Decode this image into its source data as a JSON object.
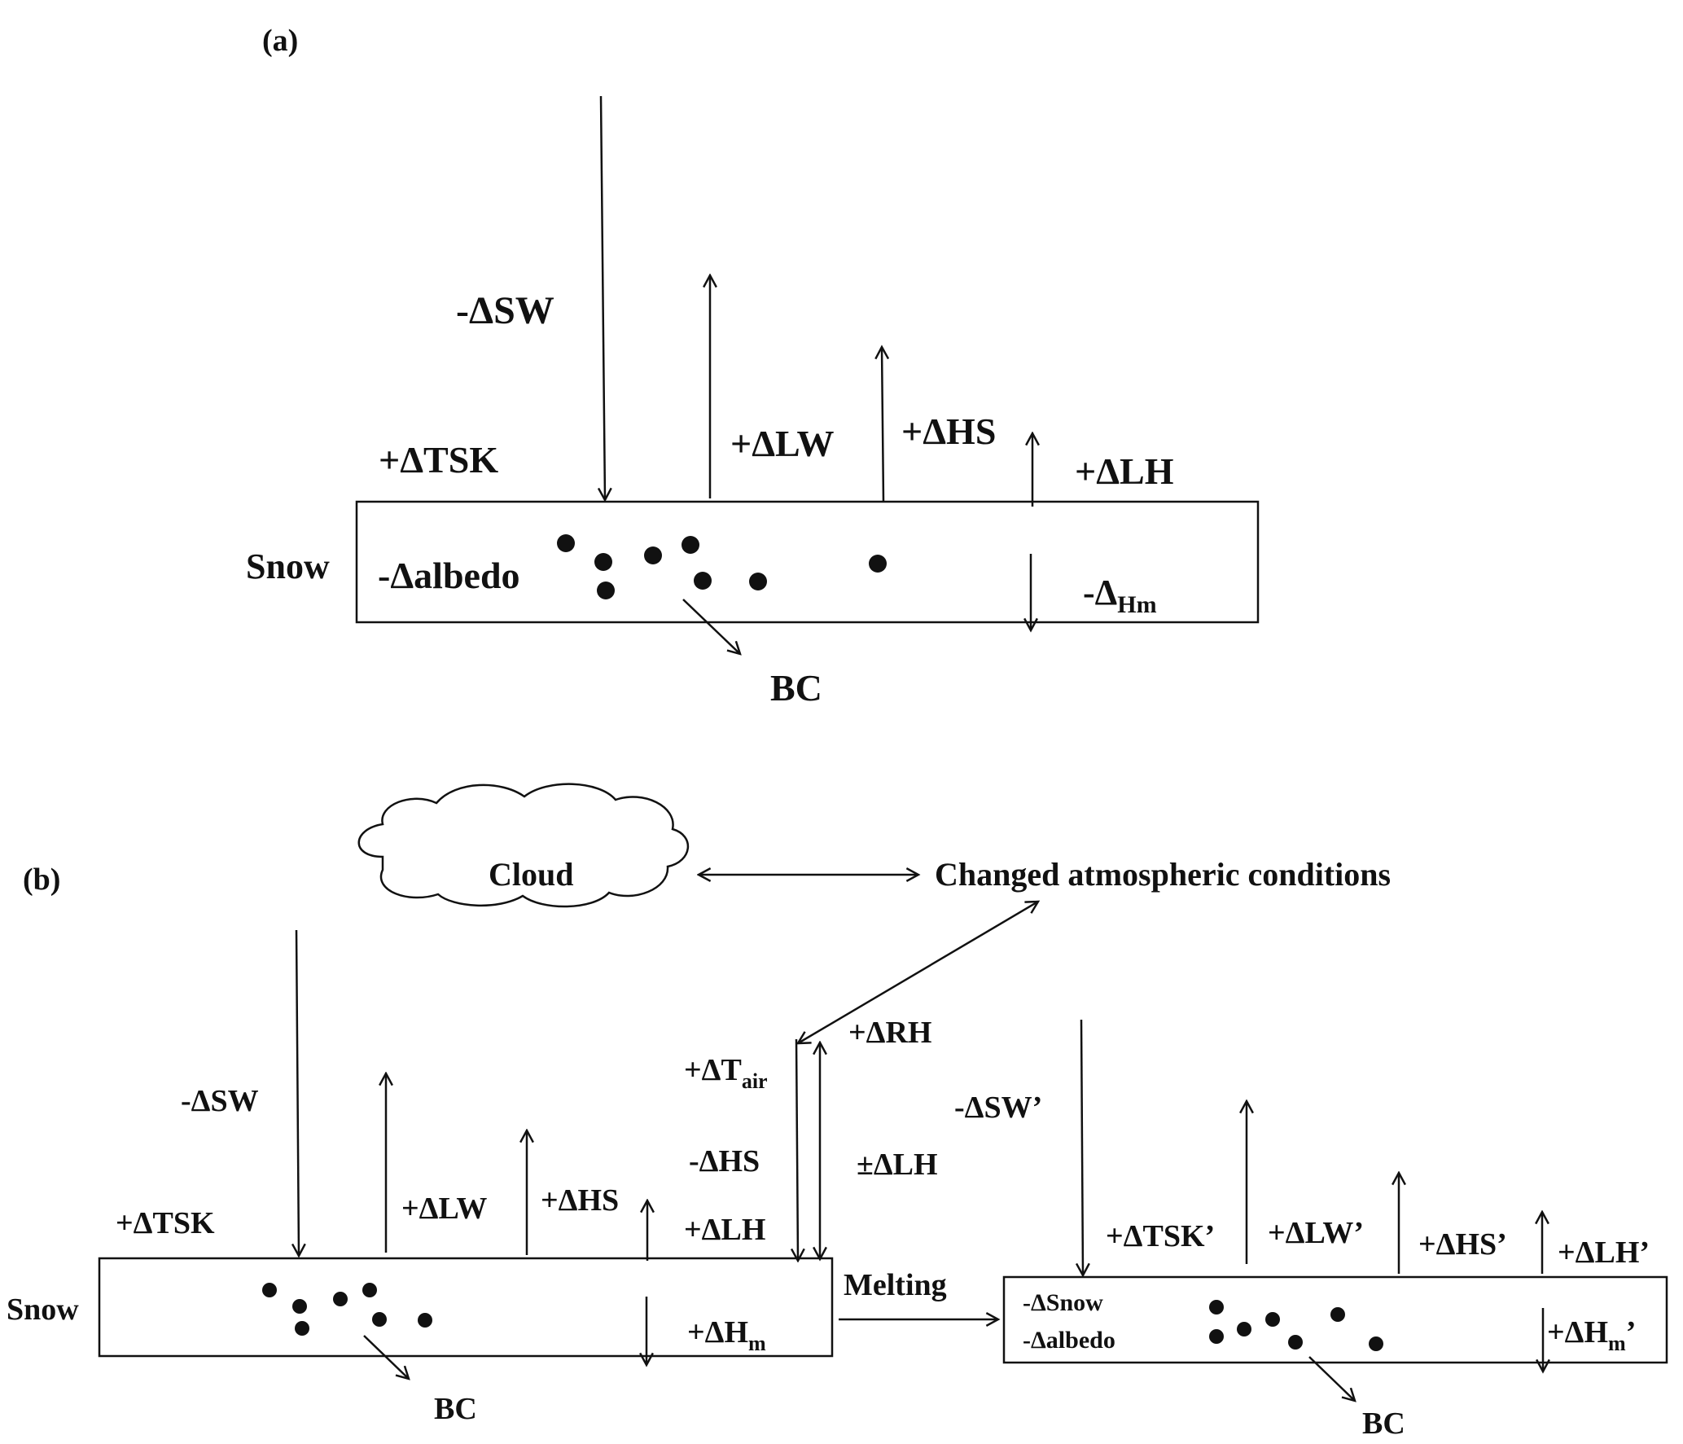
{
  "panel_a": {
    "label": "(a)",
    "snow": "Snow",
    "sw": "-ΔSW",
    "tsk": "+ΔTSK",
    "lw": "+ΔLW",
    "hs": "+ΔHS",
    "lh": "+ΔLH",
    "albedo": "-Δalbedo",
    "hm_main": "-Δ",
    "hm_sub": "Hm",
    "bc": "BC"
  },
  "panel_b": {
    "label": "(b)",
    "cloud": "Cloud",
    "atmos": "Changed  atmospheric conditions",
    "snow": "Snow",
    "sw": "-ΔSW",
    "tsk": "+ΔTSK",
    "lw": "+ΔLW",
    "hs": "+ΔHS",
    "tair_main": "+ΔT",
    "tair_sub": "air",
    "rh": "+ΔRH",
    "hs_neg": "-ΔHS",
    "lh_pm": "±ΔLH",
    "lh_plus": "+ΔLH",
    "hm_main": "+ΔH",
    "hm_sub": "m",
    "melting": "Melting",
    "bc_left": "BC",
    "sw2": "-ΔSW’",
    "tsk2": "+ΔTSK’",
    "lw2": "+ΔLW’",
    "hs2": "+ΔHS’",
    "lh2": "+ΔLH’",
    "dsnow": "-ΔSnow",
    "dalbedo": "-Δalbedo",
    "hm2_main": "+ΔH",
    "hm2_sub": "m",
    "hm2_prime": "’",
    "bc_right": "BC"
  }
}
